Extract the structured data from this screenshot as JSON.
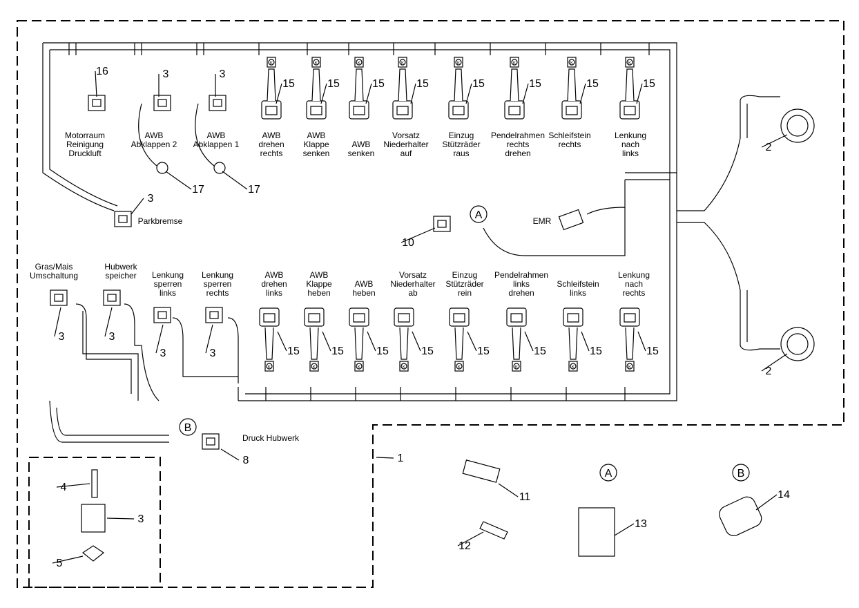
{
  "diagram": {
    "top_labels": [
      [
        "Motorraum",
        "Reinigung",
        "Druckluft"
      ],
      [
        "AWB",
        "Abklappen 2"
      ],
      [
        "AWB",
        "Abklappen 1"
      ],
      [
        "AWB",
        "drehen",
        "rechts"
      ],
      [
        "AWB",
        "Klappe",
        "senken"
      ],
      [
        "AWB",
        "senken"
      ],
      [
        "Vorsatz",
        "Niederhalter",
        "auf"
      ],
      [
        "Einzug",
        "Stützräder",
        "raus"
      ],
      [
        "Pendelrahmen",
        "rechts",
        "drehen"
      ],
      [
        "Schleifstein",
        "rechts"
      ],
      [
        "Lenkung",
        "nach",
        "links"
      ]
    ],
    "bottom_labels": [
      [
        "Gras/Mais",
        "Umschaltung"
      ],
      [
        "Hubwerk",
        "speicher"
      ],
      [
        "Lenkung",
        "sperren",
        "links"
      ],
      [
        "Lenkung",
        "sperren",
        "rechts"
      ],
      [
        "AWB",
        "drehen",
        "links"
      ],
      [
        "AWB",
        "Klappe",
        "heben"
      ],
      [
        "AWB",
        "heben"
      ],
      [
        "Vorsatz",
        "Niederhalter",
        "ab"
      ],
      [
        "Einzug",
        "Stützräder",
        "rein"
      ],
      [
        "Pendelrahmen",
        "links",
        "drehen"
      ],
      [
        "Schleifstein",
        "links"
      ],
      [
        "Lenkung",
        "nach",
        "rechts"
      ]
    ],
    "misc_labels": [
      "Parkbremse",
      "EMR",
      "Druck Hubwerk"
    ],
    "callouts": [
      "16",
      "3",
      "3",
      "15",
      "15",
      "15",
      "15",
      "15",
      "15",
      "15",
      "15",
      "17",
      "17",
      "3",
      "2",
      "2",
      "10",
      "3",
      "3",
      "3",
      "3",
      "15",
      "15",
      "15",
      "15",
      "15",
      "15",
      "15",
      "15",
      "8",
      "1",
      "4",
      "3",
      "5",
      "11",
      "12",
      "13",
      "14"
    ],
    "detail_refs": [
      "A",
      "B",
      "A",
      "B"
    ],
    "connector_marker": "K"
  }
}
